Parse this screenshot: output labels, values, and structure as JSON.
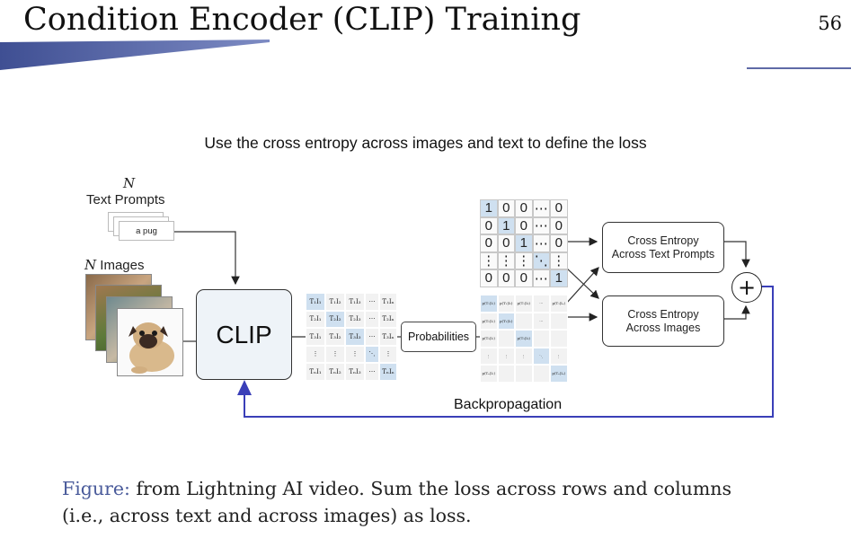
{
  "slide": {
    "title": "Condition Encoder (CLIP) Training",
    "page_number": "56",
    "accent_color": "#3f4f93"
  },
  "diagram": {
    "heading": "Use the cross entropy across images and text to define the loss",
    "text_prompts": {
      "n": "N",
      "label": "Text Prompts",
      "card_text": "a pug"
    },
    "images": {
      "n": "N",
      "label": "Images"
    },
    "clip_label": "CLIP",
    "similarity_matrix": [
      [
        "T₁I₁",
        "T₁I₂",
        "T₁I₃",
        "⋯",
        "T₁Iₙ"
      ],
      [
        "T₂I₁",
        "T₂I₂",
        "T₂I₃",
        "⋯",
        "T₂Iₙ"
      ],
      [
        "T₃I₁",
        "T₃I₂",
        "T₃I₃",
        "⋯",
        "T₃Iₙ"
      ],
      [
        "⋮",
        "⋮",
        "⋮",
        "⋱",
        "⋮"
      ],
      [
        "TₙI₁",
        "TₙI₂",
        "TₙI₃",
        "⋯",
        "TₙIₙ"
      ]
    ],
    "probabilities_label": "Probabilities",
    "prob_matrix": [
      [
        "p(T₁|I₁)",
        "p(T₁|I₂)",
        "p(T₁|I₃)",
        "⋯",
        "p(T₁|Iₙ)"
      ],
      [
        "p(T₂|I₁)",
        "p(T₂|I₂)",
        "",
        "⋯",
        ""
      ],
      [
        "p(T₃|I₁)",
        "",
        "p(T₃|I₃)",
        "",
        ""
      ],
      [
        "⋮",
        "⋮",
        "⋮",
        "⋱",
        "⋮"
      ],
      [
        "p(Tₙ|I₁)",
        "",
        "",
        "",
        "p(Tₙ|Iₙ)"
      ]
    ],
    "target_matrix": [
      [
        "1",
        "0",
        "0",
        "⋯",
        "0"
      ],
      [
        "0",
        "1",
        "0",
        "⋯",
        "0"
      ],
      [
        "0",
        "0",
        "1",
        "⋯",
        "0"
      ],
      [
        "⋮",
        "⋮",
        "⋮",
        "⋱",
        "⋮"
      ],
      [
        "0",
        "0",
        "0",
        "⋯",
        "1"
      ]
    ],
    "ce_text": {
      "line1": "Cross Entropy",
      "line2": "Across Text Prompts"
    },
    "ce_images": {
      "line1": "Cross Entropy",
      "line2": "Across Images"
    },
    "plus_symbol": "+",
    "backprop_label": "Backpropagation",
    "backprop_color": "#3a3fb8"
  },
  "caption": {
    "figure_word": "Figure:",
    "text": " from Lightning AI video. Sum the loss across rows and columns (i.e., across text and across images) as loss."
  }
}
